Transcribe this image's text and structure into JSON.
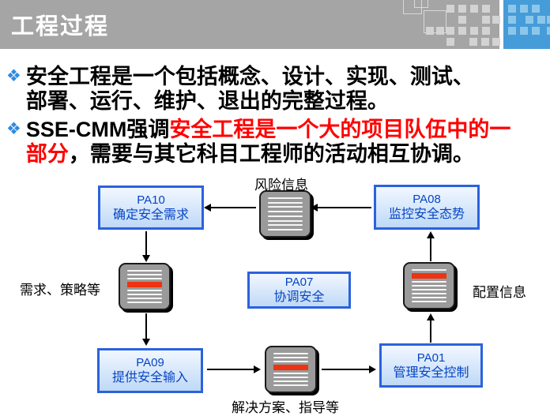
{
  "header": {
    "title": "工程过程"
  },
  "bullets": {
    "marker": "❖",
    "item1": {
      "line1": "安全工程是一个包括概念、设计、实现、测试、",
      "line2": "部署、运行、维护、退出的完整过程。"
    },
    "item2": {
      "line1_black": "SSE-CMM强调",
      "line1_red": "安全工程是一个大的项目队伍中的一",
      "line2_red": "部分",
      "line2_black": "，需要与其它科目工程师的活动相互协调。"
    }
  },
  "diagram": {
    "boxes": {
      "pa10": {
        "code": "PA10",
        "label": "确定安全需求"
      },
      "pa08": {
        "code": "PA08",
        "label": "监控安全态势"
      },
      "pa07": {
        "code": "PA07",
        "label": "协调安全"
      },
      "pa09": {
        "code": "PA09",
        "label": "提供安全输入"
      },
      "pa01": {
        "code": "PA01",
        "label": "管理安全控制"
      }
    },
    "labels": {
      "top": "风险信息",
      "left": "需求、策略等",
      "right": "配置信息",
      "bottom": "解决方案、指导等"
    }
  },
  "colors": {
    "header_gray": "#A5A5A5",
    "corner_blue": "#459CD8",
    "corner_square_blue": "#8CC7EA",
    "deco_square_gray": "#D3D3D3",
    "bullet_marker_blue": "#2E8BE0",
    "emphasis_red": "#FF0000",
    "box_border_blue": "#2B62DD",
    "box_text_blue": "#0645C4",
    "box_fill_top": "#F2F7FF",
    "box_fill_bottom": "#BFD9F7",
    "doc_gray": "#9A9A9A",
    "doc_red_bar": "#EE3311",
    "arrow_black": "#000000"
  }
}
